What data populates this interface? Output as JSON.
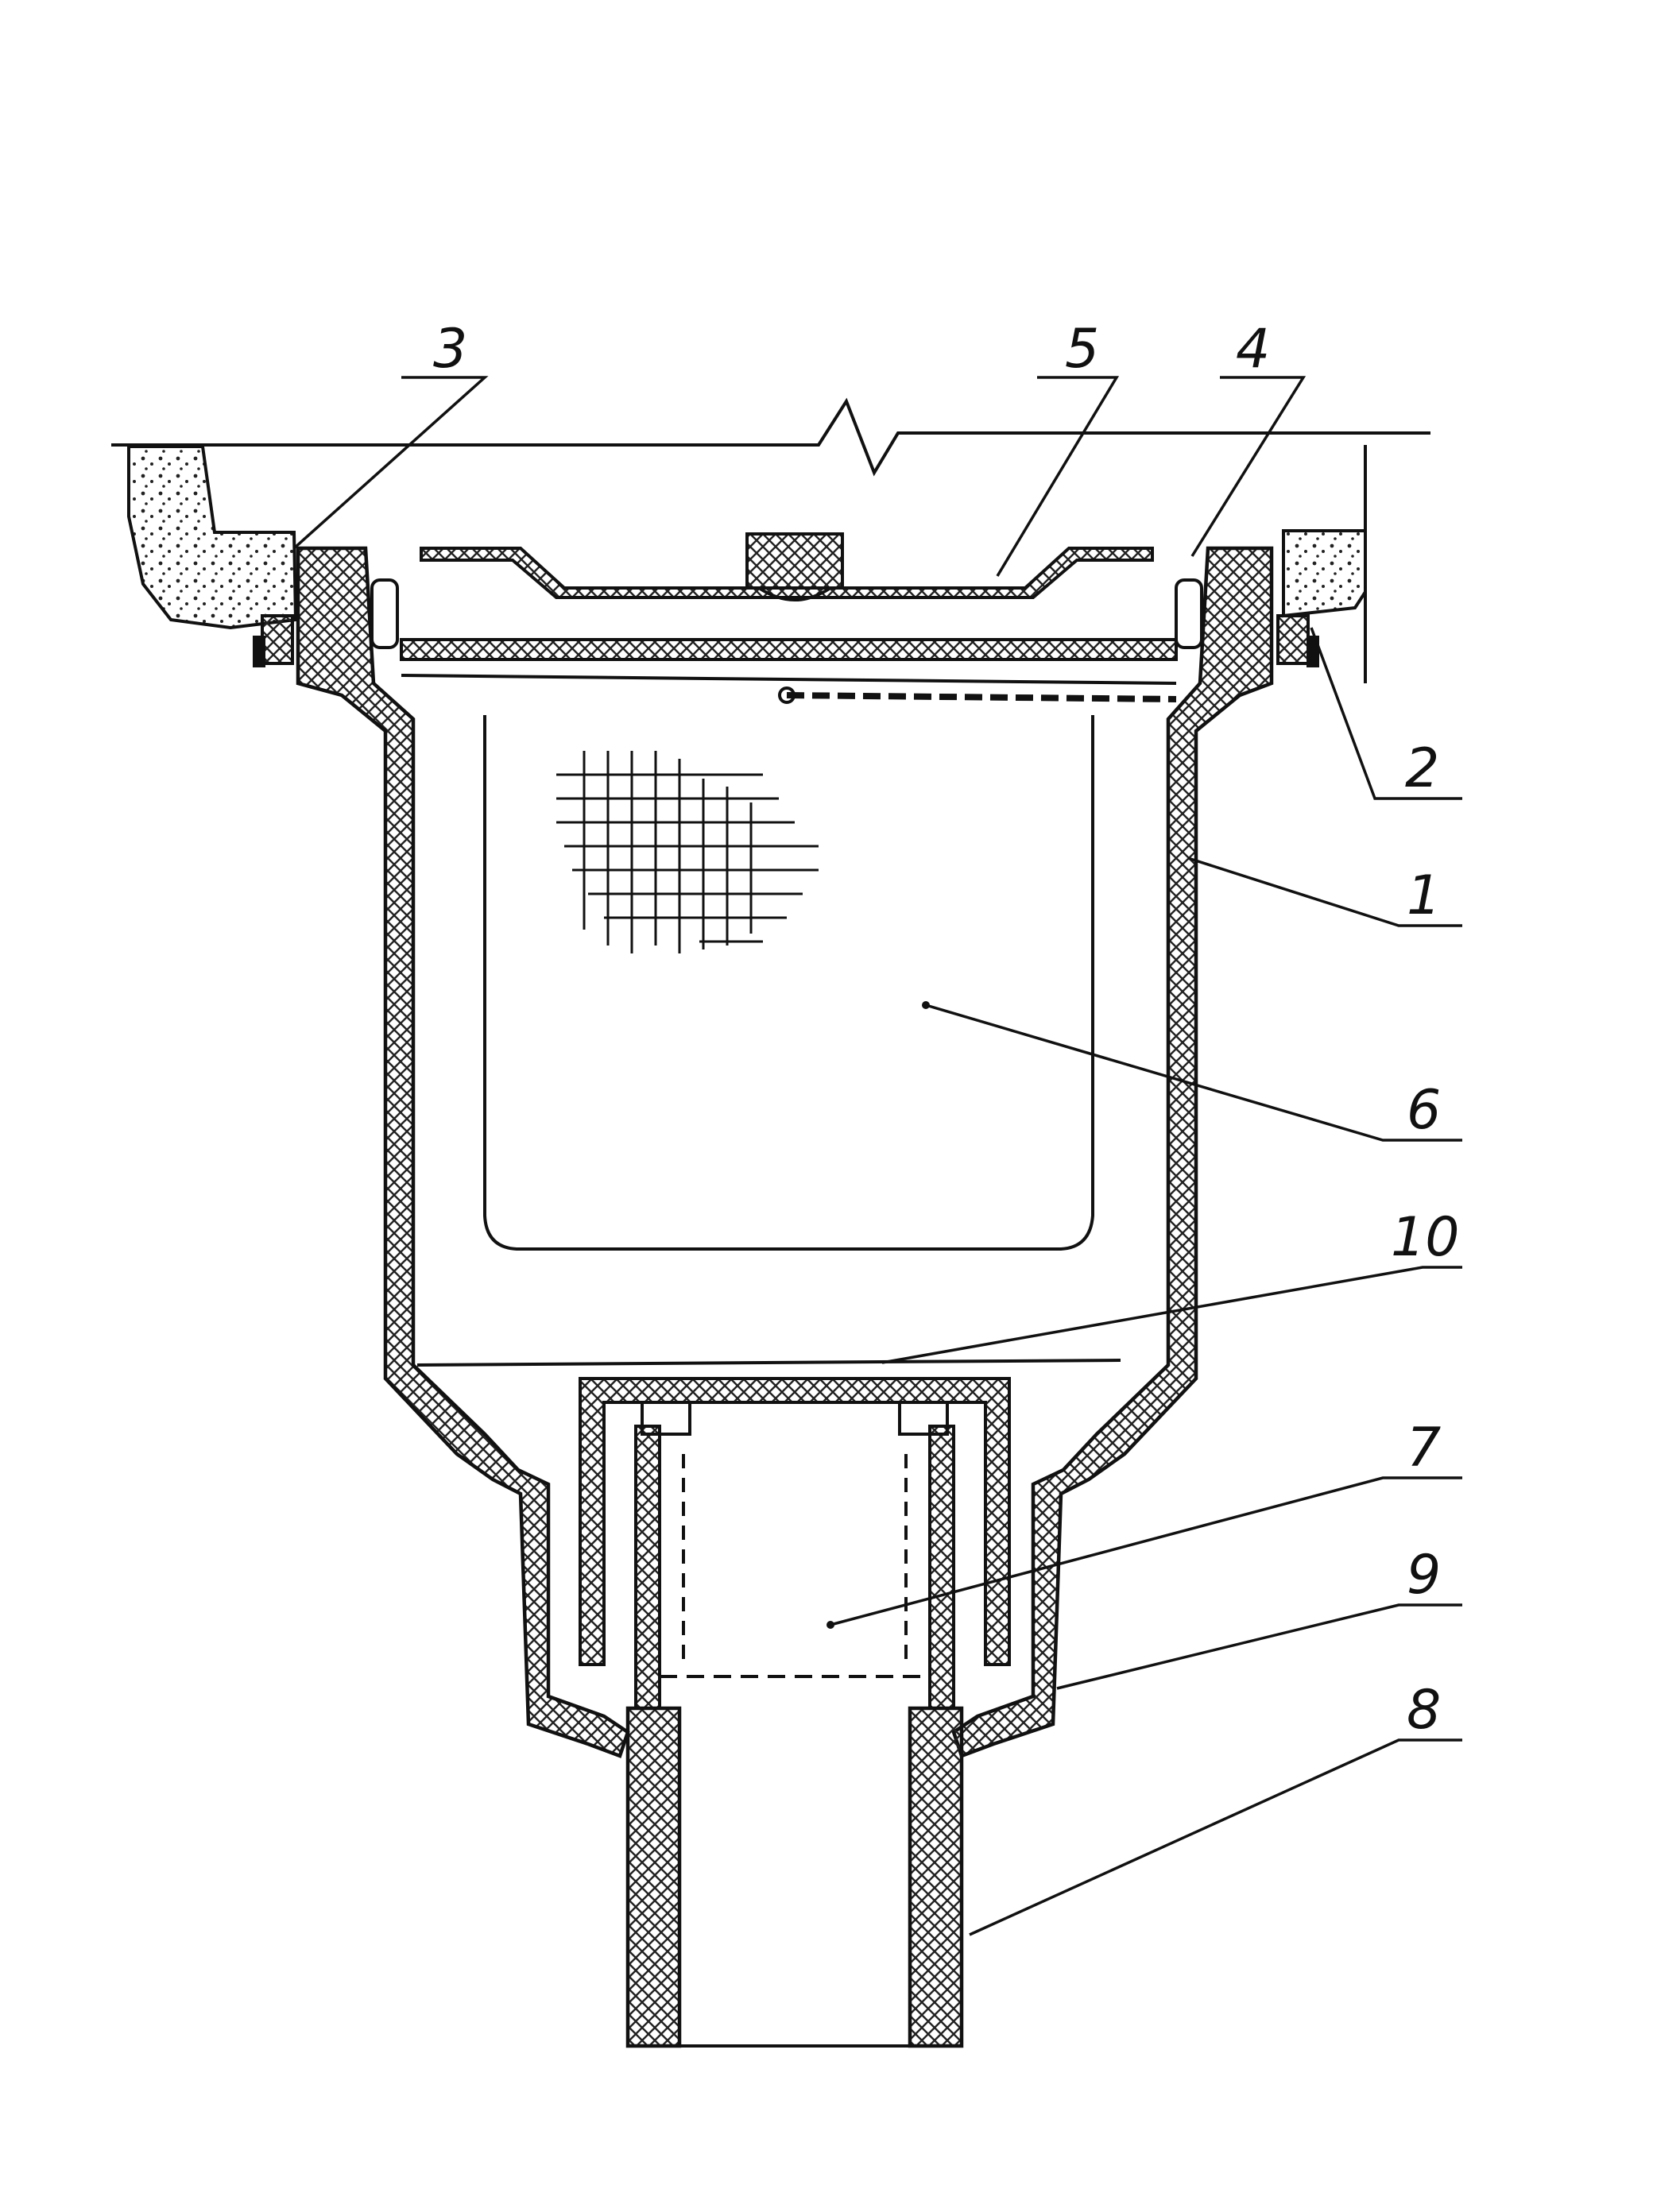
{
  "figure": {
    "description_none": "",
    "labels": {
      "housing": "1",
      "right_ring": "2",
      "left_ring": "3",
      "seal": "4",
      "cover_grate": "5",
      "strainer_basket": "6",
      "inner_tube": "7",
      "outlet_pipe": "8",
      "bell_cap": "9",
      "baffle": "10"
    },
    "colors": {
      "ink": "#111111",
      "paper": "#ffffff",
      "hatch": "#222222"
    }
  }
}
